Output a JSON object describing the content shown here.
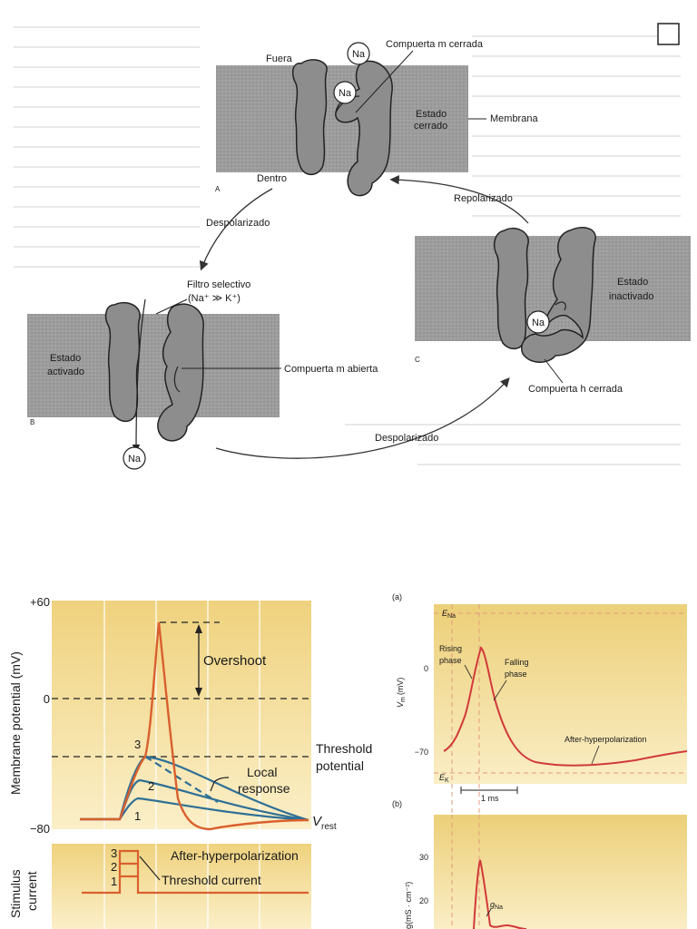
{
  "top_diagram": {
    "corner_box": "",
    "labels": {
      "fuera": "Fuera",
      "dentro": "Dentro",
      "membrana": "Membrana",
      "compuerta_m_cerrada": "Compuerta m cerrada",
      "estado_cerrado_1": "Estado",
      "estado_cerrado_2": "cerrado",
      "panel_a": "A",
      "despolarizado_1": "Despolarizado",
      "repolarizado": "Repolarizado",
      "filtro_1": "Filtro selectivo",
      "filtro_2": "(Na⁺ ≫ K⁺)",
      "estado_activado_1": "Estado",
      "estado_activado_2": "activado",
      "compuerta_m_abierta": "Compuerta m abierta",
      "panel_b": "B",
      "despolarizado_2": "Despolarizado",
      "estado_inactivado_1": "Estado",
      "estado_inactivado_2": "inactivado",
      "panel_c": "C",
      "compuerta_h_cerrada": "Compuerta h cerrada",
      "na": "Na"
    }
  },
  "left_chart": {
    "y_ticks": [
      "+60",
      "0",
      "−80"
    ],
    "y_label": "Membrane potential (mV)",
    "overshoot": "Overshoot",
    "threshold_1": "Threshold",
    "threshold_2": "potential",
    "local_1": "Local",
    "local_2": "response",
    "v_rest": "V",
    "v_rest_sub": "rest",
    "after_hyper": "After-hyperpolarization",
    "stimulus_1": "Stimulus",
    "stimulus_2": "current",
    "threshold_current": "Threshold current",
    "numbers": [
      "1",
      "2",
      "3"
    ],
    "colors": {
      "panel": "#f5e2a0",
      "spike": "#d9602e",
      "local": "#2e6f95"
    }
  },
  "right_chart": {
    "panel_a": "(a)",
    "panel_b": "(b)",
    "e_na": "E",
    "e_na_sub": "Na",
    "e_k": "E",
    "e_k_sub": "K",
    "y_ticks_a": [
      "0",
      "−70"
    ],
    "y_label_a": "V",
    "y_label_a_sub": "m",
    "y_label_a_unit": "(mV)",
    "rising_1": "Rising",
    "rising_2": "phase",
    "falling_1": "Falling",
    "falling_2": "phase",
    "after_hyper": "After-hyperpolarization",
    "scale_bar": "1 ms",
    "y_ticks_b": [
      "30",
      "20"
    ],
    "y_label_b": "g(mS · cm⁻²)",
    "g_na": "g",
    "g_na_sub": "Na",
    "colors": {
      "panel": "#f3d98e",
      "trace": "#d13a3a"
    }
  }
}
